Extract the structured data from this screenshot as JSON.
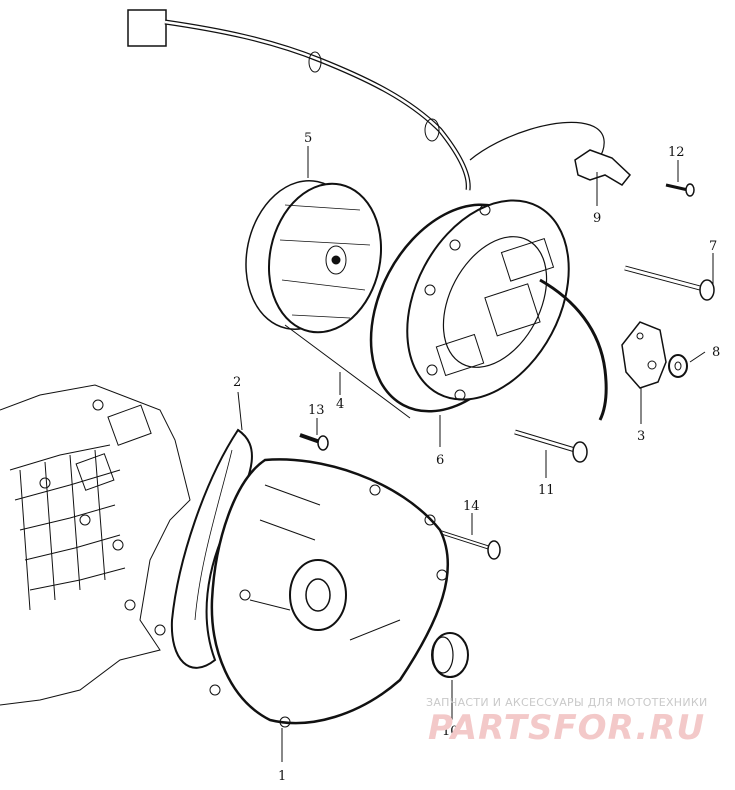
{
  "parts": [
    {
      "num": "1",
      "part": "cover"
    },
    {
      "num": "2",
      "part": "gasket"
    },
    {
      "num": "3",
      "part": "contact-breaker"
    },
    {
      "num": "4",
      "part": "generator-assembly"
    },
    {
      "num": "5",
      "part": "rotor"
    },
    {
      "num": "6",
      "part": "stator"
    },
    {
      "num": "7",
      "part": "long-bolt"
    },
    {
      "num": "8",
      "part": "washer"
    },
    {
      "num": "9",
      "part": "wire-clamp"
    },
    {
      "num": "10",
      "part": "grommet"
    },
    {
      "num": "11",
      "part": "bolt"
    },
    {
      "num": "12",
      "part": "short-screw"
    },
    {
      "num": "13",
      "part": "screw"
    },
    {
      "num": "14",
      "part": "cover-bolt"
    }
  ],
  "watermark": {
    "tagline": "ЗАПЧАСТИ И АКСЕССУАРЫ ДЛЯ МОТОТЕХНИКИ",
    "brand": "PARTSFOR.RU"
  }
}
